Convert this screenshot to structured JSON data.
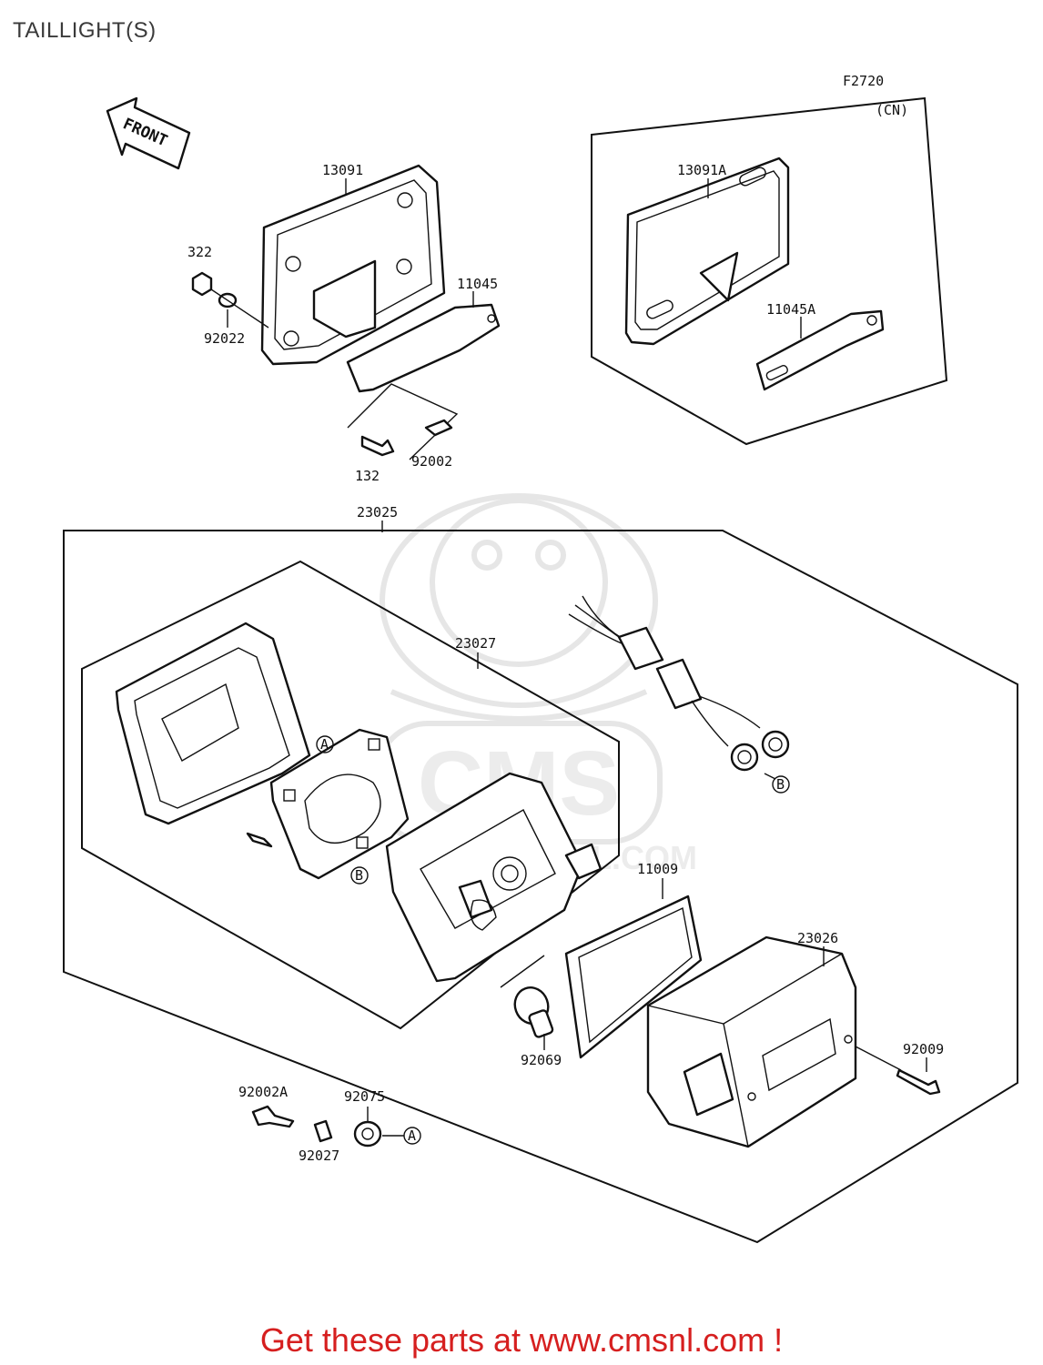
{
  "title": "TAILLIGHT(S)",
  "figure_code": "F2720",
  "region_note": "(CN)",
  "front_label": "FRONT",
  "parts": {
    "p13091": "13091",
    "p13091A": "13091A",
    "p322": "322",
    "p92022": "92022",
    "p11045": "11045",
    "p11045A": "11045A",
    "p132": "132",
    "p92002": "92002",
    "p23025": "23025",
    "p23027": "23027",
    "p11009": "11009",
    "p23026": "23026",
    "p92069": "92069",
    "p92009": "92009",
    "p92002A": "92002A",
    "p92075": "92075",
    "p92027": "92027"
  },
  "ref_markers": {
    "a": "A",
    "b": "B"
  },
  "watermark_text": "CMS",
  "watermark_url": "WWW.CMSNL.COM",
  "footer_text": "Get these parts at www.cmsnl.com !"
}
